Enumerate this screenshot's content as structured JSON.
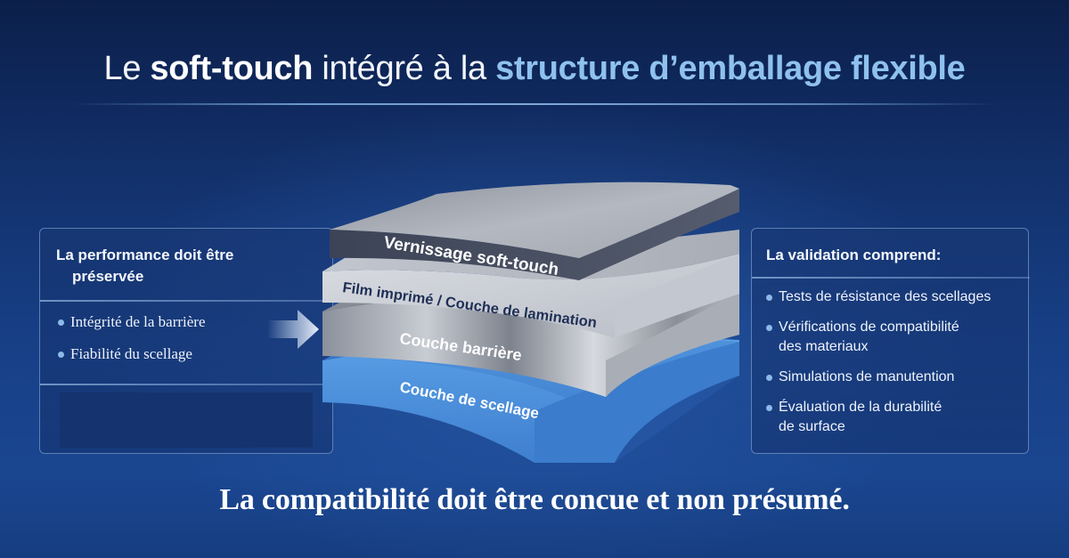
{
  "title": {
    "part1": "Le ",
    "bold": "soft-touch",
    "part2": " intégré à la ",
    "accent": "structure d’emballage flexible"
  },
  "left_panel": {
    "heading_line1": "La performance doit être",
    "heading_line2": "préservée",
    "items": [
      "Intégrité de la barrière",
      "Fiabilité du scellage"
    ]
  },
  "layers": [
    {
      "label": "Vernissage soft-touch",
      "color": "#4b5266"
    },
    {
      "label": "Film imprimé / Couche de lamination",
      "color": "#c9ccd4"
    },
    {
      "label": "Couche barrière",
      "color": "#9aa0aa"
    },
    {
      "label": "Couche de scellage",
      "color": "#4a8fd8"
    }
  ],
  "right_panel": {
    "heading": "La validation comprend:",
    "items": [
      {
        "line1": "Tests de résistance des scellages"
      },
      {
        "line1": "Vérifications de compatibilité",
        "line2": "des materiaux"
      },
      {
        "line1": "Simulations de manutention"
      },
      {
        "line1": "Évaluation de la durabilité",
        "line2": "de surface"
      }
    ]
  },
  "footer": "La compatibilité doit être concue et non présumé.",
  "colors": {
    "background_top": "#0b1f4a",
    "background_bottom": "#1a4690",
    "accent_text": "#8fc1ee",
    "bullet": "#8cb9e8"
  }
}
